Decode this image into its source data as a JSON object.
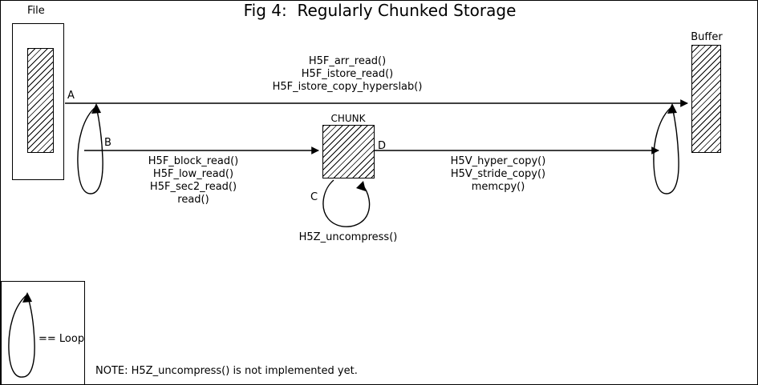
{
  "title": "Fig 4:  Regularly Chunked Storage",
  "colors": {
    "line": "#000000",
    "background": "#ffffff"
  },
  "nodes": {
    "file": {
      "label": "File"
    },
    "buffer": {
      "label": "Buffer"
    },
    "chunk": {
      "label": "CHUNK"
    }
  },
  "points": {
    "a": "A",
    "b": "B",
    "c": "C",
    "d": "D"
  },
  "arrows": {
    "a": {
      "labels": [
        "H5F_arr_read()",
        "H5F_istore_read()",
        "H5F_istore_copy_hyperslab()"
      ]
    },
    "b": {
      "labels": [
        "H5F_block_read()",
        "H5F_low_read()",
        "H5F_sec2_read()",
        "read()"
      ]
    },
    "d": {
      "labels": [
        "H5V_hyper_copy()",
        "H5V_stride_copy()",
        "memcpy()"
      ]
    },
    "c": {
      "labels": [
        "H5Z_uncompress()"
      ]
    }
  },
  "legend": {
    "label": "== Loop"
  },
  "note": "NOTE: H5Z_uncompress() is not implemented yet."
}
